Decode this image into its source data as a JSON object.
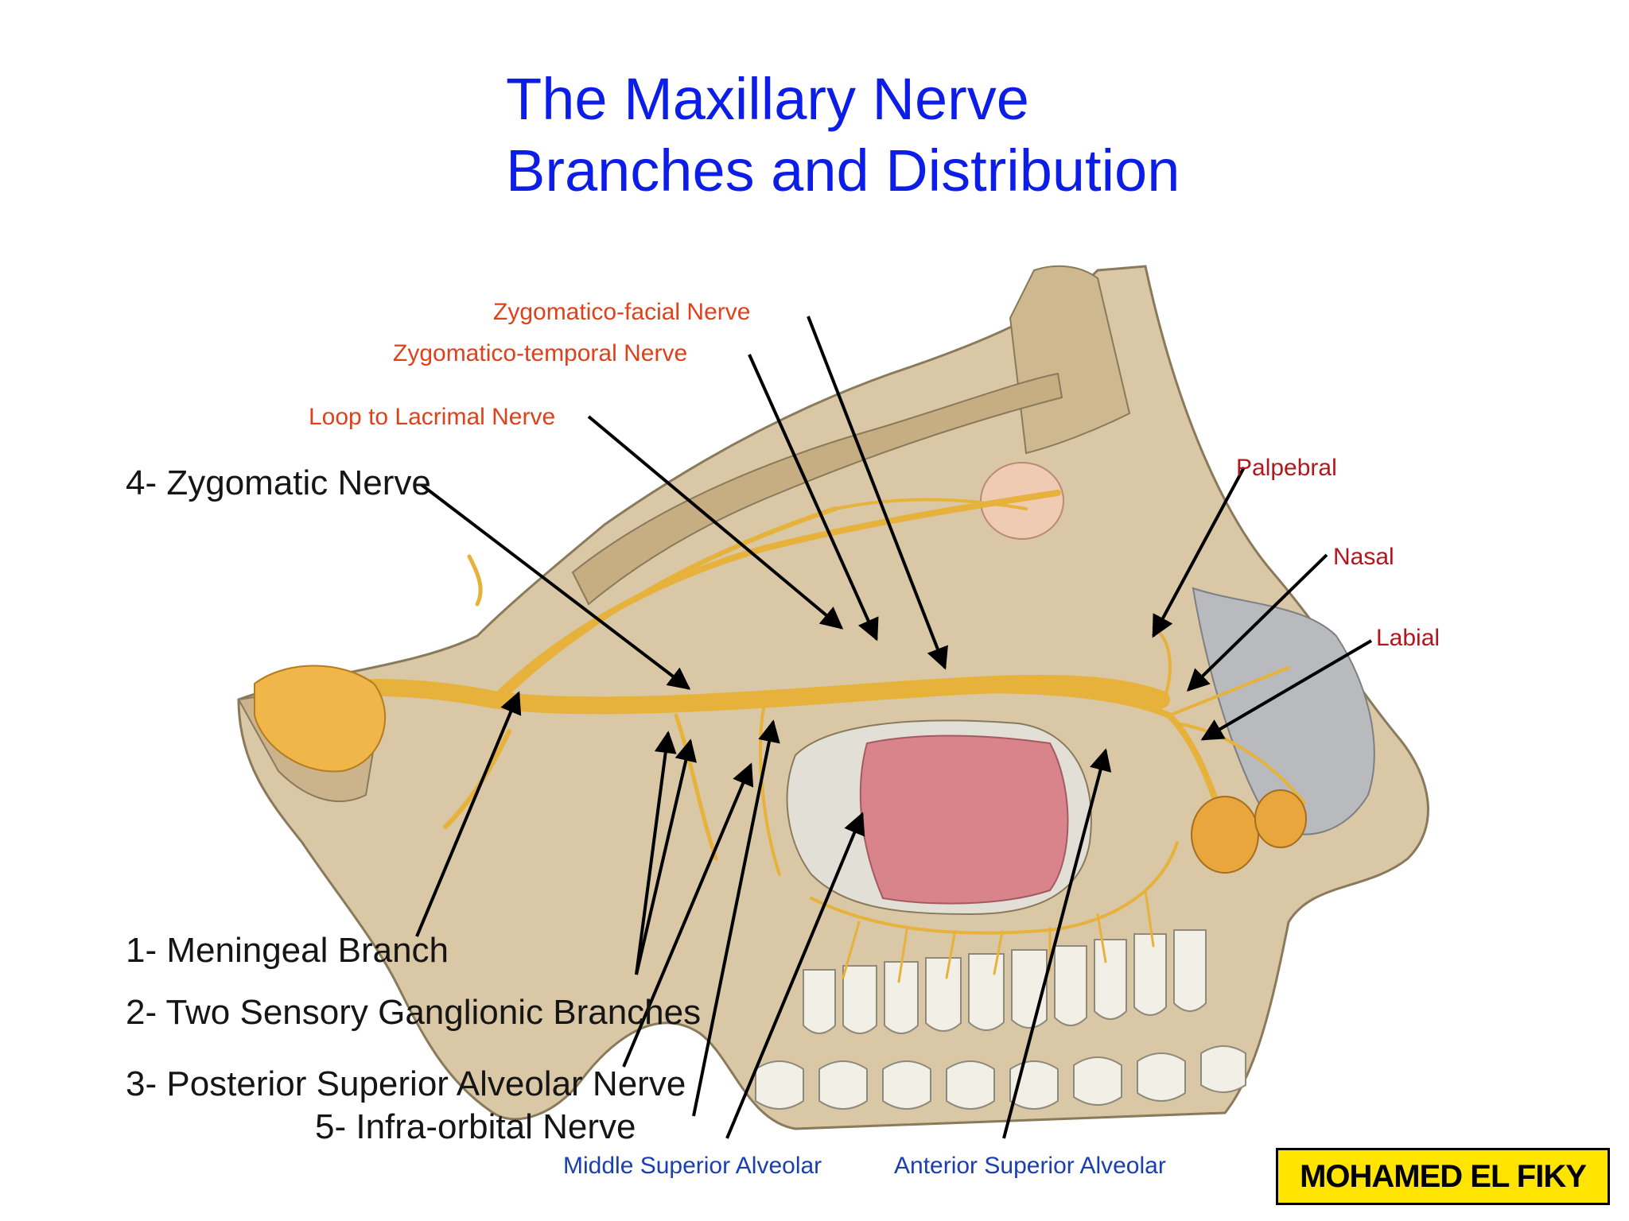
{
  "title": {
    "line1": "The Maxillary Nerve",
    "line2": "Branches and Distribution"
  },
  "labels": {
    "zygomatico_facial": "Zygomatico-facial Nerve",
    "zygomatico_temporal": "Zygomatico-temporal Nerve",
    "loop_lacrimal": "Loop to Lacrimal Nerve",
    "zygomatic_nerve": "4- Zygomatic Nerve",
    "palpebral": "Palpebral",
    "nasal": "Nasal",
    "labial": "Labial",
    "meningeal": "1- Meningeal Branch",
    "ganglionic": "2- Two Sensory Ganglionic Branches",
    "posterior_alveolar": "3- Posterior Superior Alveolar Nerve",
    "infra_orbital": "5- Infra-orbital Nerve",
    "middle_alveolar": "Middle Superior Alveolar",
    "anterior_alveolar": "Anterior Superior Alveolar"
  },
  "watermark": "MOHAMED EL FIKY",
  "colors": {
    "title": "#0c1de8",
    "label_orange_red": "#e0401a",
    "label_dark_red": "#b3161c",
    "label_black": "#151515",
    "label_blue": "#1a3fb0",
    "nerve": "#e7b23b",
    "bone": "#d8c4a0",
    "sinus": "#d9838a",
    "badge_bg": "#ffe400"
  },
  "icons": {
    "watermark_badge": "author-logo"
  }
}
